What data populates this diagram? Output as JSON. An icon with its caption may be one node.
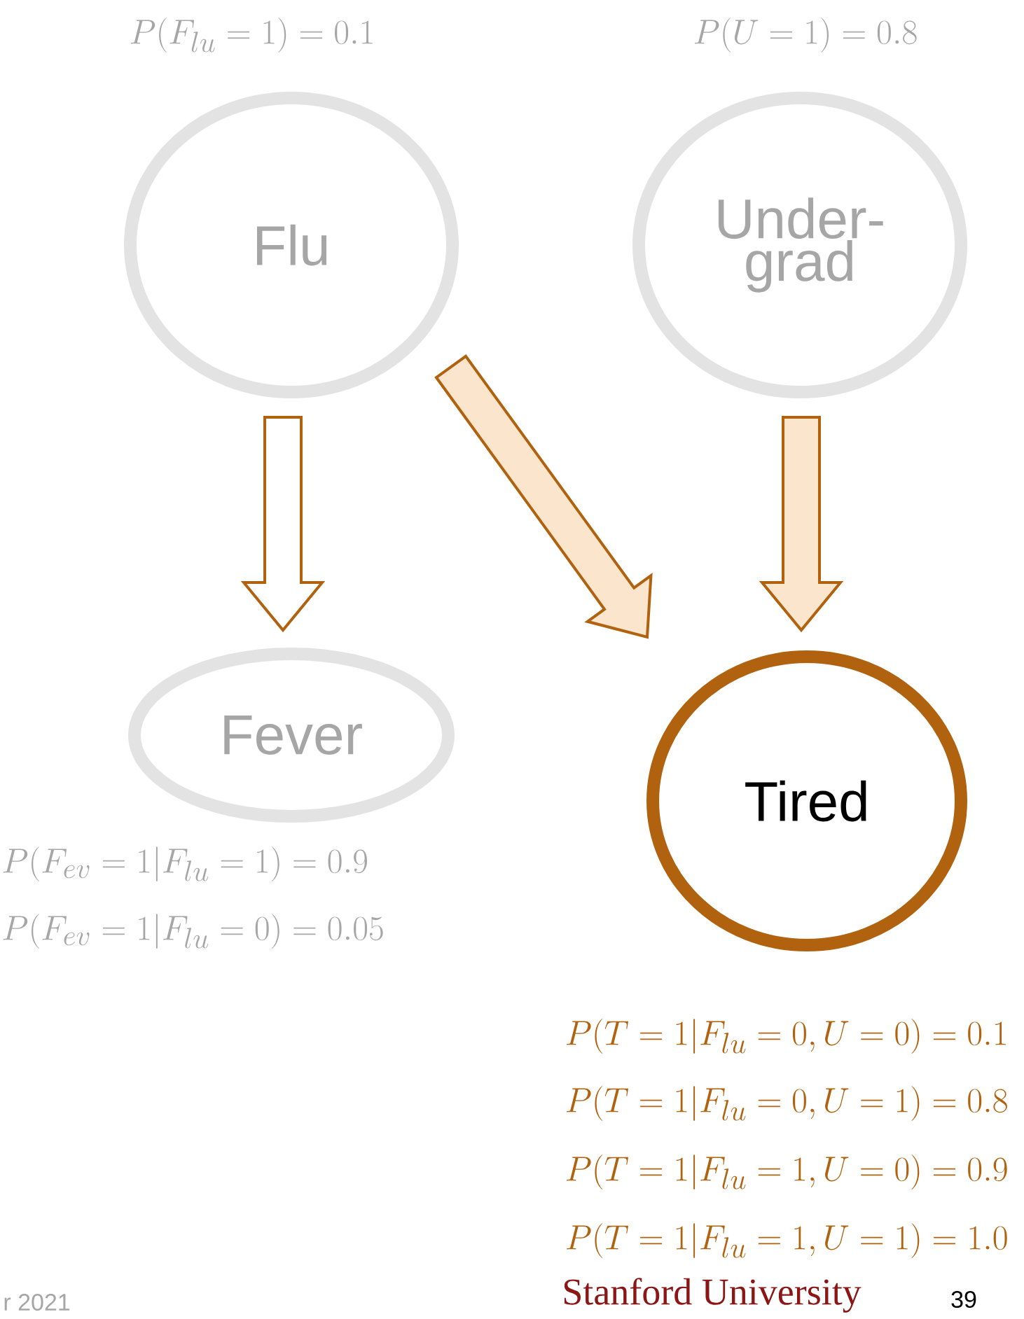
{
  "diagram": {
    "nodes": [
      {
        "text": [
          "Flu"
        ],
        "beside": [
          "P(F_{lu} = 1) = 0.1"
        ]
      },
      {
        "text": [
          "Under- grad"
        ],
        "beside": [
          "P(U = 1) = 0.8"
        ]
      },
      {
        "text": [
          "Fever"
        ],
        "beside": [
          "P(F_{ev} = 1|F_{lu} = 1) = 0.9",
          "P(F_{ev} = 1|F_{lu} = 0) = 0.05"
        ]
      },
      {
        "text": [
          "Tired"
        ],
        "beside": [
          "P(T = 1|F_{lu} = 0, U = 0) = 0.1",
          "P(T = 1|F_{lu} = 0, U = 1) = 0.8",
          "P(T = 1|F_{lu} = 1, U = 0) = 0.9",
          "P(T = 1|F_{lu} = 1, U = 1) = 1.0"
        ]
      }
    ],
    "edges": [
      {
        "from": 0,
        "to": 2,
        "arrow": "to"
      },
      {
        "from": 0,
        "to": 3,
        "arrow": "to",
        "color": "#fbe5cd"
      },
      {
        "from": 1,
        "to": 3,
        "arrow": "to",
        "color": "#fbe5cd"
      }
    ],
    "labels": [
      "r 2021",
      "Stanford University",
      "39"
    ]
  }
}
